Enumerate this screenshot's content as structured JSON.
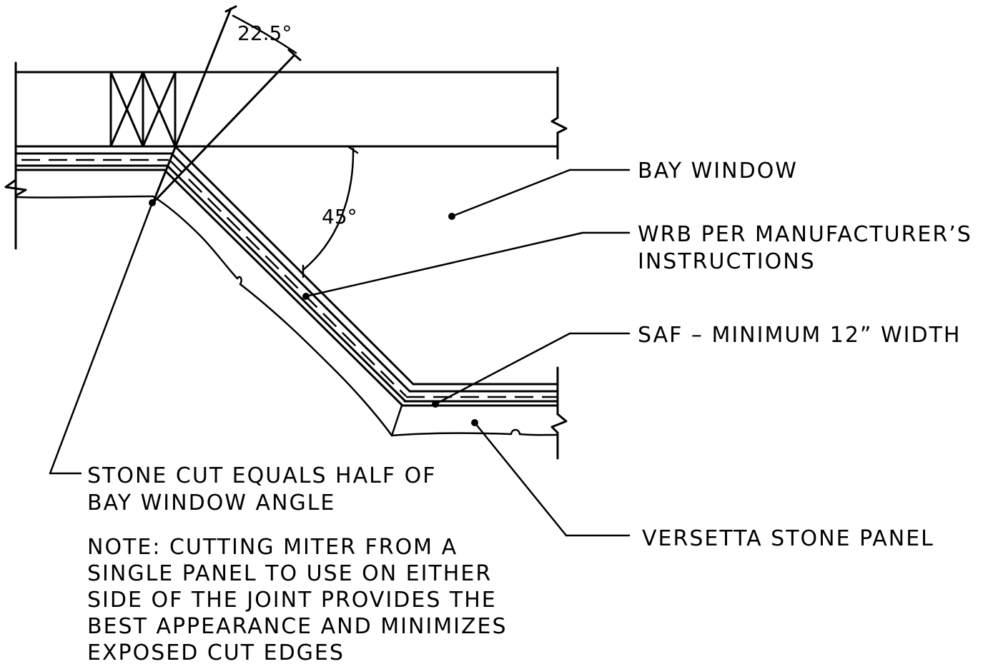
{
  "dimensions": {
    "angle_top": "22.5°",
    "angle_mid": "45°"
  },
  "callouts": {
    "bay_window": "BAY WINDOW",
    "wrb_line1": "WRB PER MANUFACTURER’S",
    "wrb_line2": "INSTRUCTIONS",
    "saf": "SAF – MINIMUM 12” WIDTH",
    "versetta": "VERSETTA STONE PANEL",
    "stone_cut_line1": "STONE CUT EQUALS HALF OF",
    "stone_cut_line2": "BAY WINDOW ANGLE"
  },
  "note": {
    "line1": "NOTE: CUTTING MITER FROM A",
    "line2": "SINGLE PANEL TO USE ON EITHER",
    "line3": "SIDE OF THE JOINT PROVIDES THE",
    "line4": "BEST APPEARANCE AND MINIMIZES",
    "line5": "EXPOSED CUT EDGES"
  }
}
